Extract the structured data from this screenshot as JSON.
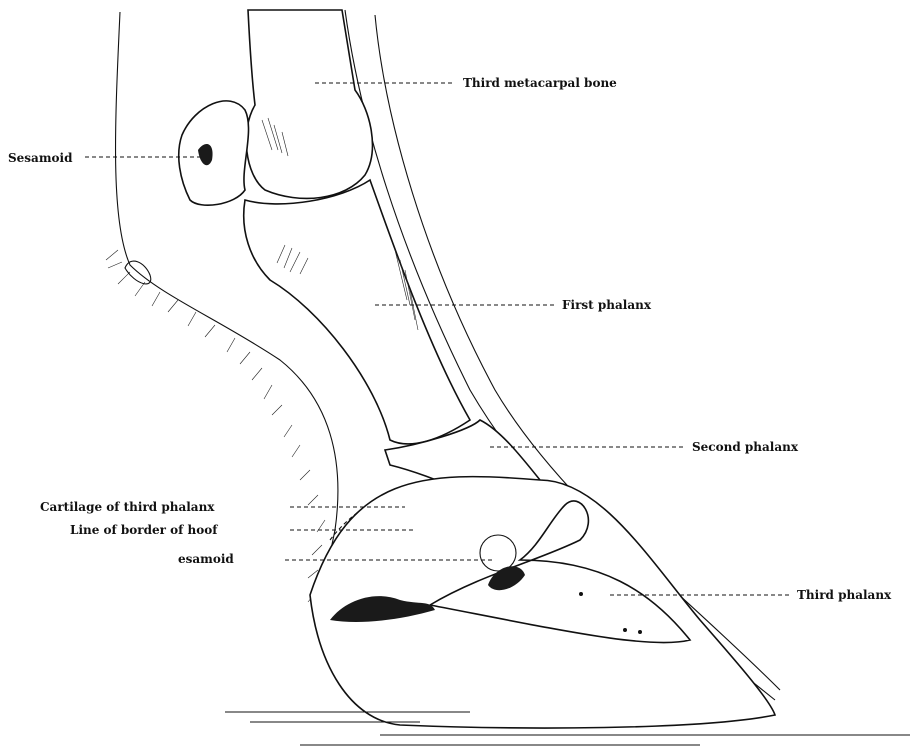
{
  "labels": {
    "third_metacarpal": "Third metacarpal bone",
    "sesamoid": "Sesamoid",
    "first_phalanx": "First phalanx",
    "second_phalanx": "Second phalanx",
    "cartilage": "Cartilage of third phalanx",
    "hoof_border": "Line of border of hoof",
    "distal_sesamoid": "esamoid",
    "third_phalanx": "Third phalanx"
  },
  "colors": {
    "ink": "#111111",
    "paper": "#ffffff"
  }
}
